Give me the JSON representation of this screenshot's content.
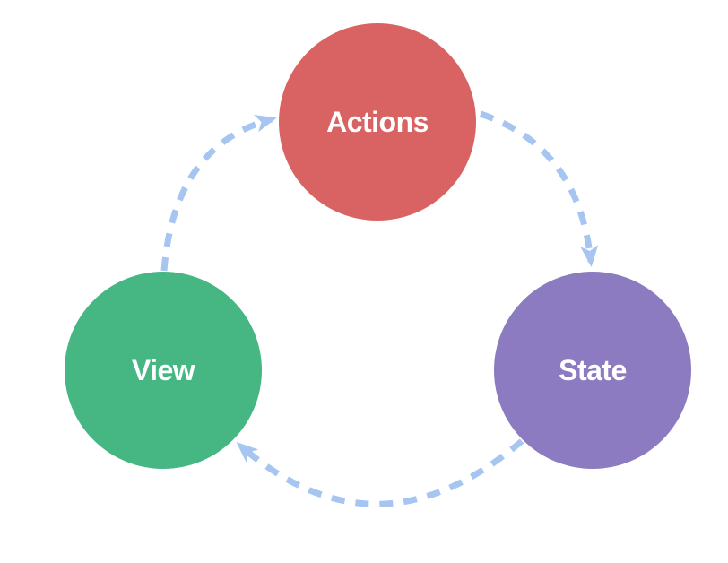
{
  "diagram": {
    "type": "cycle",
    "background_color": "#ffffff",
    "label_text_color": "#ffffff",
    "arrow_color": "#a7c5f1",
    "nodes": [
      {
        "id": "actions",
        "label": "Actions",
        "color": "#d96363"
      },
      {
        "id": "state",
        "label": "State",
        "color": "#8c7bc1"
      },
      {
        "id": "view",
        "label": "View",
        "color": "#46b683"
      }
    ],
    "edges": [
      {
        "from": "view",
        "to": "actions",
        "style": "dashed",
        "color": "#a7c5f1"
      },
      {
        "from": "actions",
        "to": "state",
        "style": "dashed",
        "color": "#a7c5f1"
      },
      {
        "from": "state",
        "to": "view",
        "style": "dashed",
        "color": "#a7c5f1"
      }
    ]
  }
}
